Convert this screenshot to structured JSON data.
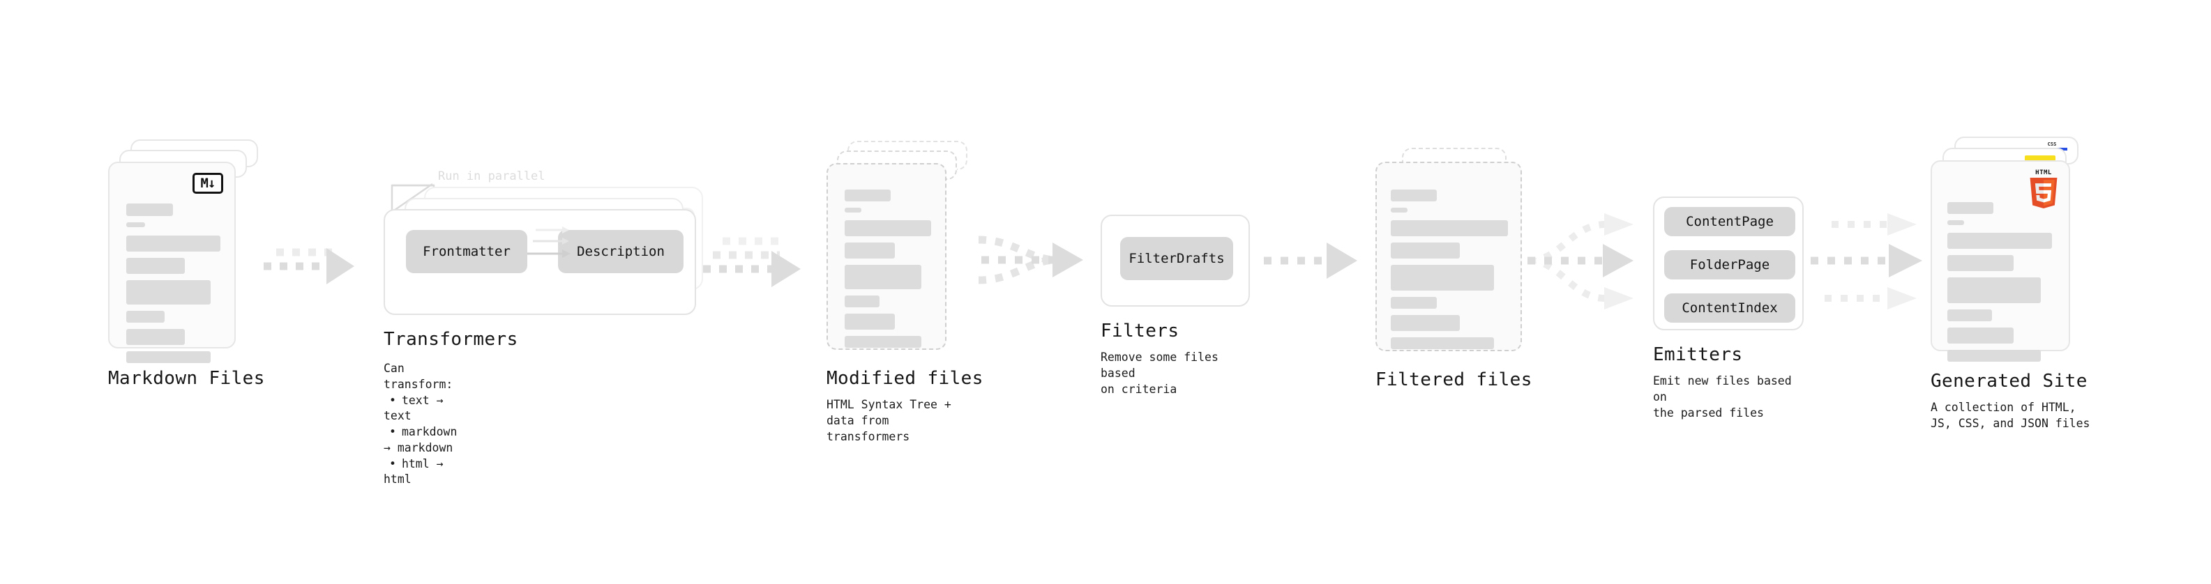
{
  "diagram": {
    "background": "#ffffff",
    "accent_gray": "#d8d8d8",
    "arrow_color": "#dcdcdc",
    "text_color": "#161616"
  },
  "stages": {
    "markdown": {
      "title": "Markdown Files",
      "badge_icon": "markdown-icon",
      "badge_text": "M↓"
    },
    "transformers": {
      "title": "Transformers",
      "note": "Run in parallel",
      "lead": "Can transform:",
      "bullets": [
        "text → text",
        "markdown → markdown",
        "html → html"
      ],
      "nodes": [
        "Frontmatter",
        "Description"
      ]
    },
    "modified": {
      "title": "Modified files",
      "subtitle": "HTML Syntax Tree +\ndata from transformers"
    },
    "filters": {
      "title": "Filters",
      "subtitle": "Remove some files based\non criteria",
      "nodes": [
        "FilterDrafts"
      ]
    },
    "filtered": {
      "title": "Filtered files",
      "subtitle": ""
    },
    "emitters": {
      "title": "Emitters",
      "subtitle": "Emit new files based on\nthe parsed files",
      "nodes": [
        "ContentPage",
        "FolderPage",
        "ContentIndex"
      ]
    },
    "generated": {
      "title": "Generated Site",
      "subtitle": "A collection of HTML,\nJS, CSS, and JSON files",
      "badges": {
        "html5": "HTML",
        "html5_number": "5",
        "css": "CSS"
      }
    }
  }
}
